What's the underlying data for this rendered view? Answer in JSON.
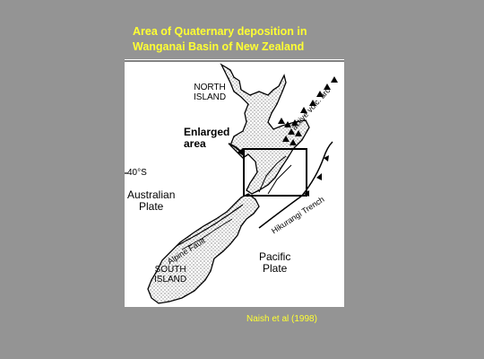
{
  "title": {
    "line1": "Area of Quaternary deposition in",
    "line2": "Wanganai Basin of New Zealand"
  },
  "map": {
    "north_island": {
      "line1": "NORTH",
      "line2": "ISLAND"
    },
    "south_island": {
      "line1": "SOUTH",
      "line2": "ISLAND"
    },
    "enlarged": {
      "line1": "Enlarged",
      "line2": "area"
    },
    "latitude": "40°S",
    "australian_plate": {
      "line1": "Australian",
      "line2": "Plate"
    },
    "pacific_plate": {
      "line1": "Pacific",
      "line2": "Plate"
    },
    "alpine_fault": "Alpine Fault",
    "hikurangi_trench": "Hikurangi Trench",
    "volcanic_arc": "active volc. arc"
  },
  "citation": "Naish et al (1998)"
}
